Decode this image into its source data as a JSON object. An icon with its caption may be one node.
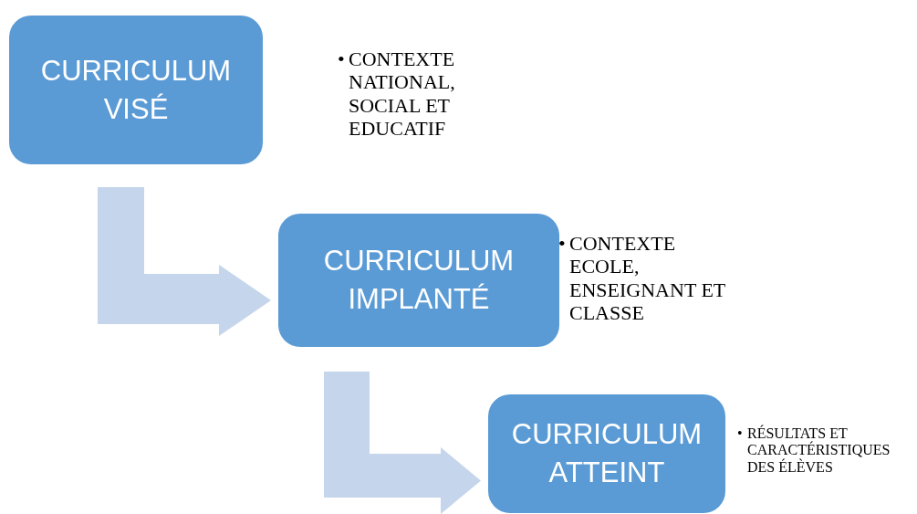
{
  "diagram": {
    "nodes": [
      {
        "text": [
          "CURRICULUM VISÉ"
        ]
      },
      {
        "text": [
          "CURRICULUM IMPLANTÉ"
        ]
      },
      {
        "text": [
          "CURRICULUM ATTEINT"
        ]
      }
    ],
    "edges": [
      {
        "from": 0,
        "to": 1,
        "arrow": "to",
        "style": "thick"
      },
      {
        "from": 1,
        "to": 2,
        "arrow": "to",
        "style": "thick"
      }
    ],
    "labels": [
      "•",
      "CONTEXTE NATIONAL, SOCIAL ET EDUCATIF",
      "•",
      "CONTEXTE ECOLE, ENSEIGNANT ET CLASSE",
      "•",
      "RÉSULTATS ET CARACTÉRISTIQUES DES ÉLÈVES"
    ]
  }
}
